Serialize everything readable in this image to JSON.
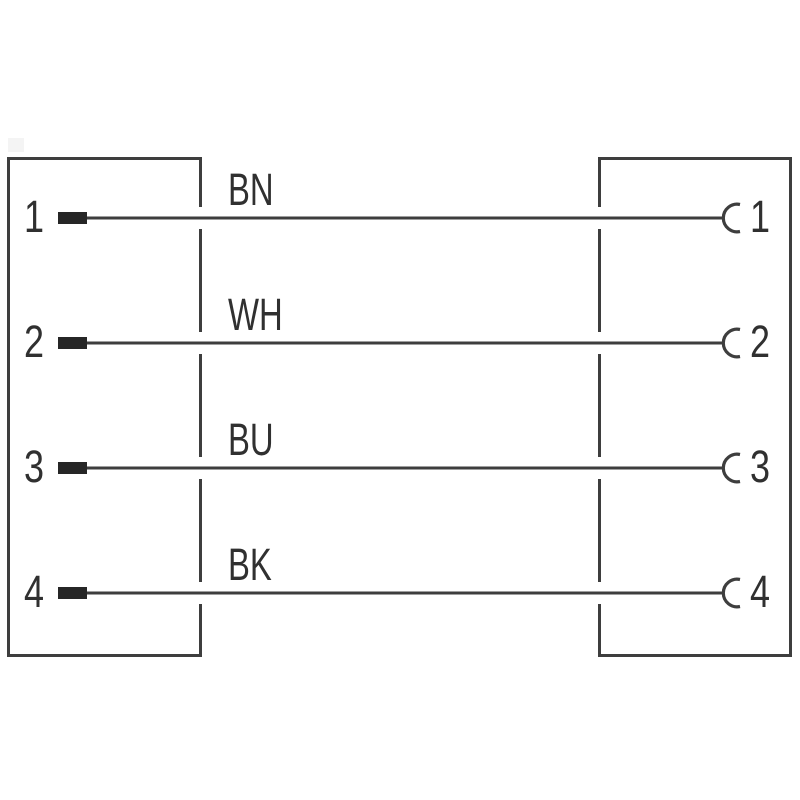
{
  "diagram": {
    "left_connector": {
      "pins": [
        "1",
        "2",
        "3",
        "4"
      ]
    },
    "right_connector": {
      "pins": [
        "1",
        "2",
        "3",
        "4"
      ]
    },
    "wires": [
      {
        "label": "BN",
        "left_pin": "1",
        "right_pin": "1"
      },
      {
        "label": "WH",
        "left_pin": "2",
        "right_pin": "2"
      },
      {
        "label": "BU",
        "left_pin": "3",
        "right_pin": "3"
      },
      {
        "label": "BK",
        "left_pin": "4",
        "right_pin": "4"
      }
    ],
    "icons": [
      "pin-contact-bar-icon",
      "socket-contact-arc-icon"
    ],
    "colors": {
      "line": "#3e3e3e",
      "text": "#303030",
      "pin_fill": "#262626",
      "background": "#ffffff"
    }
  }
}
